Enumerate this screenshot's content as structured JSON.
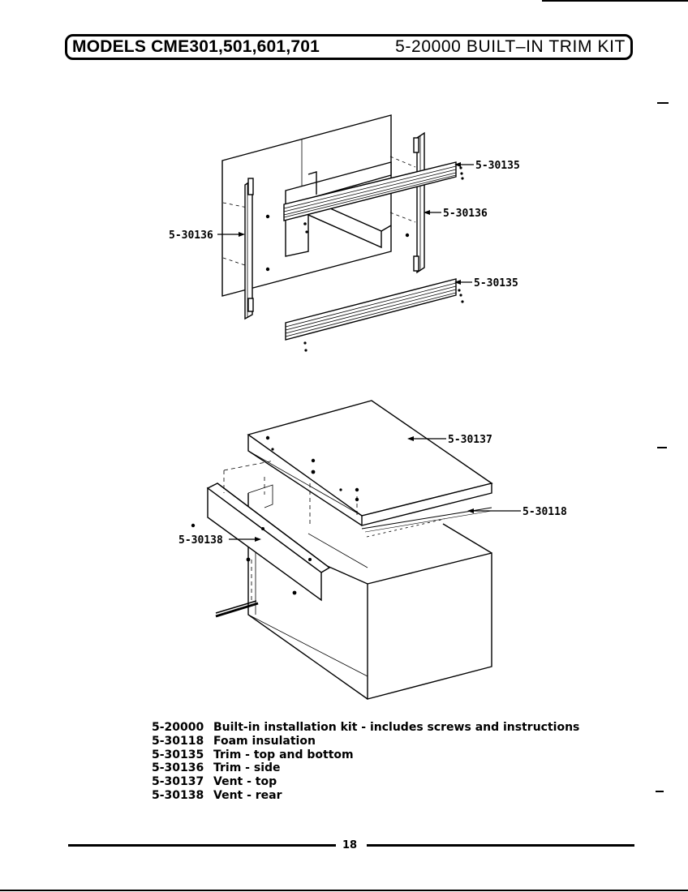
{
  "header": {
    "models": "MODELS CME301,501,601,701",
    "kit_title": "5-20000 BUILT–IN TRIM KIT"
  },
  "callouts": {
    "trim_top_upper": "5-30135",
    "trim_side_right": "5-30136",
    "trim_side_left": "5-30136",
    "trim_bottom_lower": "5-30135",
    "vent_top": "5-30137",
    "foam_insulation": "5-30118",
    "vent_rear": "5-30138"
  },
  "parts": [
    {
      "code": "5-20000",
      "desc": "Built-in installation kit - includes screws and instructions"
    },
    {
      "code": "5-30118",
      "desc": "Foam insulation"
    },
    {
      "code": "5-30135",
      "desc": "Trim - top and bottom"
    },
    {
      "code": "5-30136",
      "desc": "Trim - side"
    },
    {
      "code": "5-30137",
      "desc": "Vent - top"
    },
    {
      "code": "5-30138",
      "desc": "Vent - rear"
    }
  ],
  "page_number": "18"
}
